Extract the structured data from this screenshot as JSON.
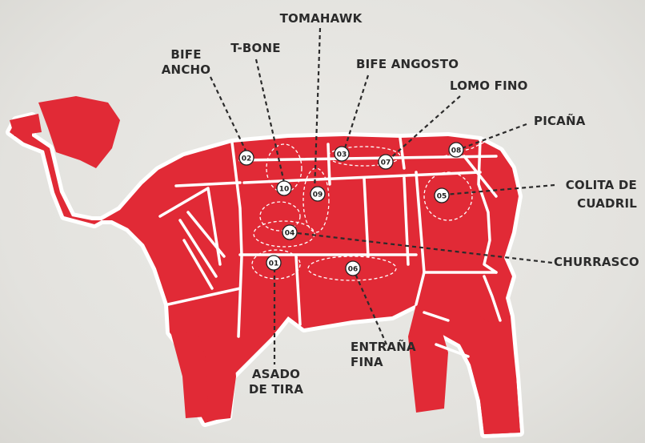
{
  "labels": {
    "tomahawk": "TOMAHAWK",
    "t_bone": "T-BONE",
    "bife_ancho": [
      "BIFE",
      "ANCHO"
    ],
    "bife_angosto": "BIFE ANGOSTO",
    "lomo_fino": "LOMO FINO",
    "picana": "PICAÑA",
    "colita_de_cuadril": [
      "COLITA DE",
      "CUADRIL"
    ],
    "churrasco": "CHURRASCO",
    "entrana_fina": [
      "ENTRAÑA",
      "FINA"
    ],
    "asado_de_tira": [
      "ASADO",
      "DE TIRA"
    ]
  },
  "markers": {
    "m01": "01",
    "m02": "02",
    "m03": "03",
    "m04": "04",
    "m05": "05",
    "m06": "06",
    "m07": "07",
    "m08": "08",
    "m09": "09",
    "m10": "10"
  },
  "colors": {
    "cow_red": "#e12a36",
    "seam": "#ffffff",
    "text": "#2b2b2b",
    "background": "#e6e5e1"
  }
}
